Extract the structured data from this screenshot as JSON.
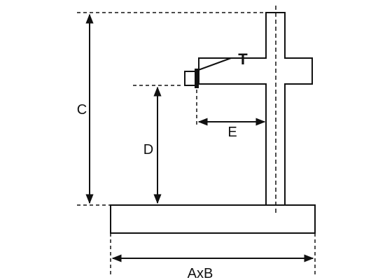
{
  "diagram": {
    "labels": {
      "c": "C",
      "d": "D",
      "e": "E",
      "t": "T",
      "axb": "AxB"
    }
  }
}
